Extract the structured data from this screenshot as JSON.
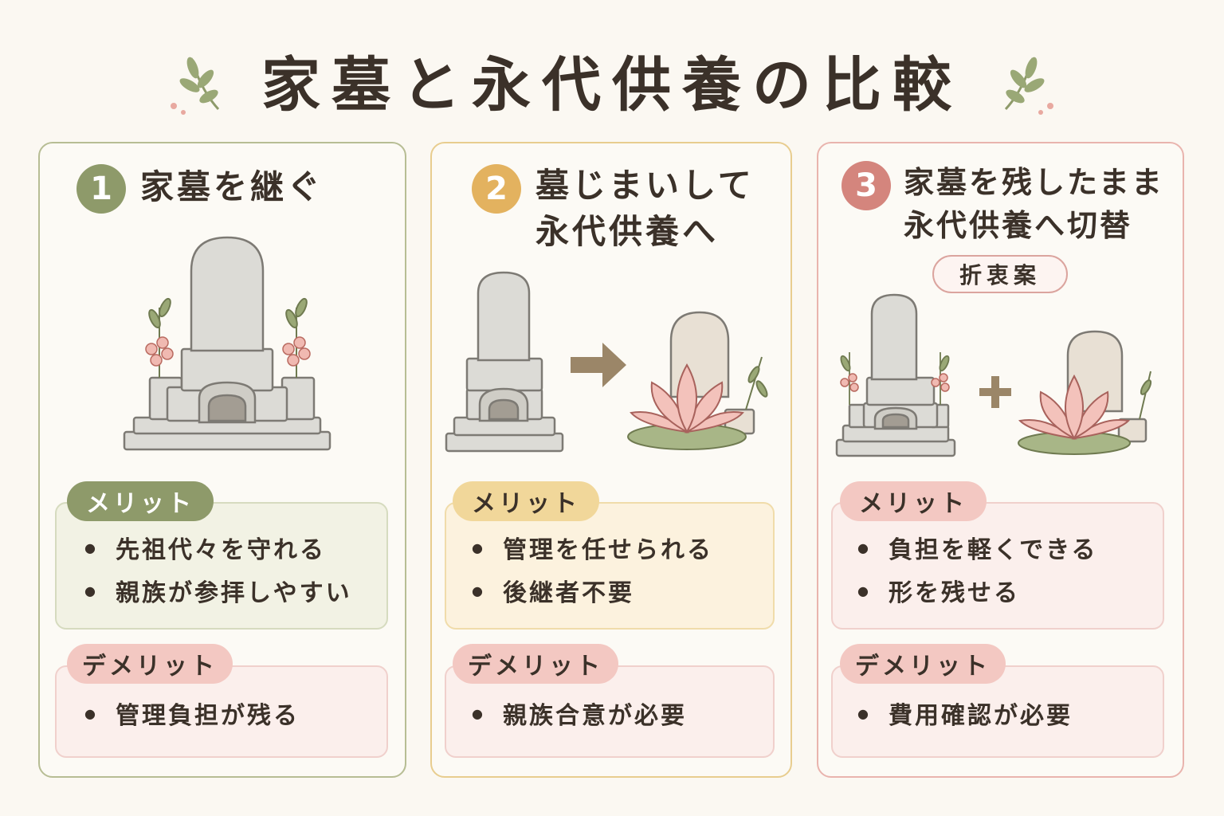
{
  "title": "家墓と永代供養の比較",
  "colors": {
    "green": "#8e9a6a",
    "yellow": "#e3b25f",
    "pink": "#d4857d",
    "background": "#fbf8f2"
  },
  "cards": [
    {
      "number": "1",
      "heading_lines": [
        "家墓を継ぐ"
      ],
      "merit_label": "メリット",
      "merits": [
        "先祖代々を守れる",
        "親族が参拝しやすい"
      ],
      "demerit_label": "デメリット",
      "demerits": [
        "管理負担が残る"
      ]
    },
    {
      "number": "2",
      "heading_lines": [
        "墓じまいして",
        "永代供養へ"
      ],
      "merit_label": "メリット",
      "merits": [
        "管理を任せられる",
        "後継者不要"
      ],
      "demerit_label": "デメリット",
      "demerits": [
        "親族合意が必要"
      ]
    },
    {
      "number": "3",
      "heading_lines": [
        "家墓を残したまま",
        "永代供養へ切替"
      ],
      "badge": "折衷案",
      "merit_label": "メリット",
      "merits": [
        "負担を軽くできる",
        "形を残せる"
      ],
      "demerit_label": "デメリット",
      "demerits": [
        "費用確認が必要"
      ]
    }
  ],
  "icons": {
    "left_decoration": "leaf-sprig-icon",
    "right_decoration": "leaf-sprig-icon",
    "card1_illustration": "family-grave-icon",
    "card2_illustration": "grave-to-lotus-memorial-icon",
    "card3_illustration": "grave-plus-lotus-memorial-icon"
  }
}
